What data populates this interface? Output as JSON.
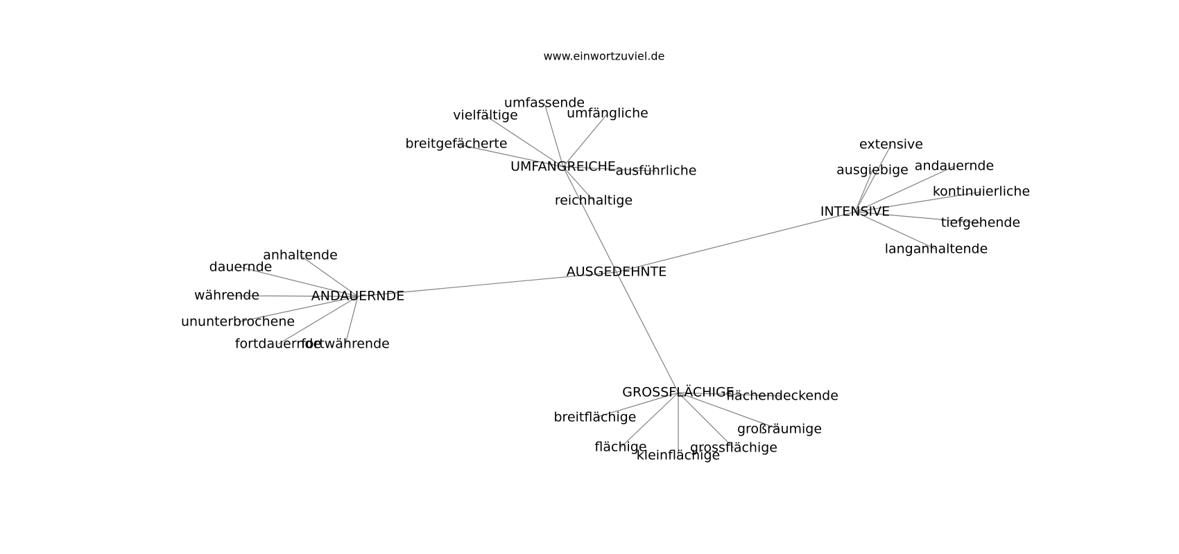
{
  "header": {
    "site": "www.einwortzuviel.de"
  },
  "center": {
    "label": "AUSGEDEHNTE"
  },
  "clusters": [
    {
      "label": "UMFANGREICHE",
      "leaves": [
        "umfassende",
        "vielfältige",
        "umfängliche",
        "breitgefächerte",
        "ausführliche",
        "reichhaltige"
      ]
    },
    {
      "label": "INTENSIVE",
      "leaves": [
        "extensive",
        "ausgiebige",
        "andauernde",
        "kontinuierliche",
        "tiefgehende",
        "langanhaltende"
      ]
    },
    {
      "label": "ANDAUERNDE",
      "leaves": [
        "anhaltende",
        "dauernde",
        "währende",
        "ununterbrochene",
        "fortdauernde",
        "fortwährende"
      ]
    },
    {
      "label": "GROSSFLÄCHIGE",
      "leaves": [
        "flächendeckende",
        "breitflächige",
        "großräumige",
        "grossflächige",
        "flächige",
        "kleinflächige"
      ]
    }
  ]
}
